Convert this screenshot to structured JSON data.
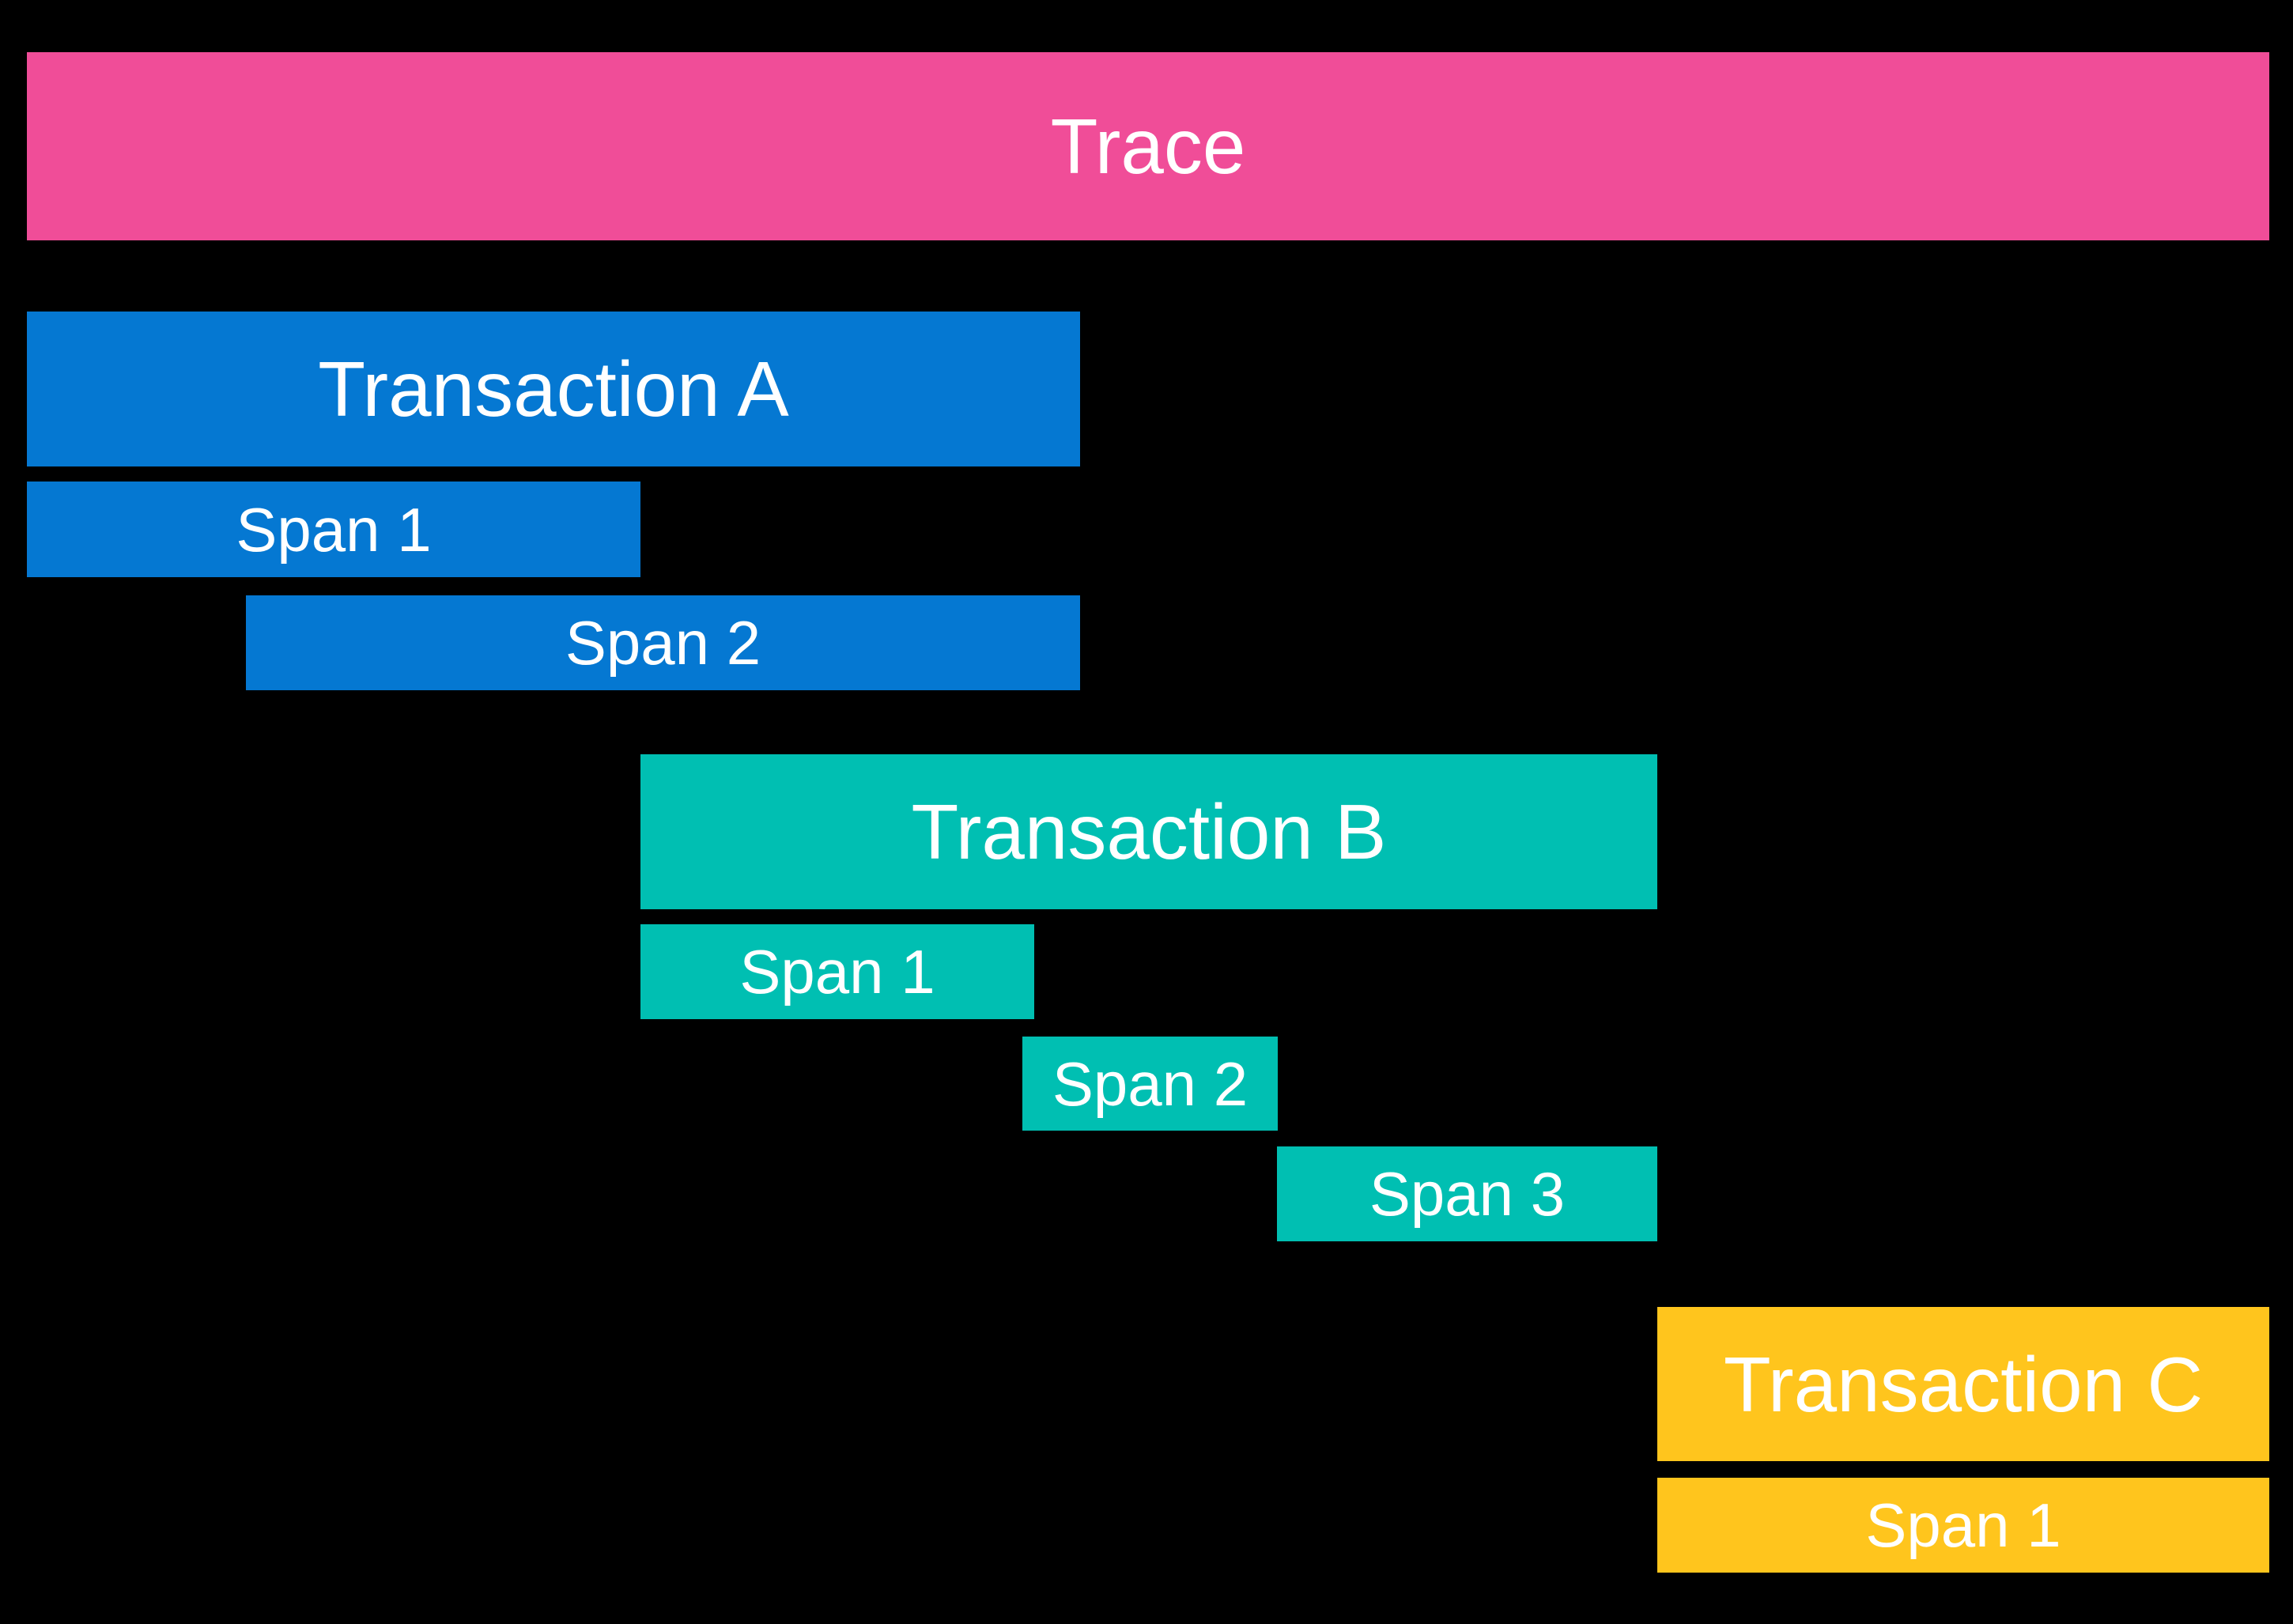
{
  "diagram": {
    "background_color": "#000000",
    "text_color": "#FFFFFF",
    "trace": {
      "label": "Trace",
      "color": "#F04D98"
    },
    "transactions": [
      {
        "label": "Transaction A",
        "color": "#0578D2",
        "spans": [
          {
            "label": "Span 1"
          },
          {
            "label": "Span 2"
          }
        ]
      },
      {
        "label": "Transaction B",
        "color": "#00BFB2",
        "spans": [
          {
            "label": "Span 1"
          },
          {
            "label": "Span 2"
          },
          {
            "label": "Span 3"
          }
        ]
      },
      {
        "label": "Transaction C",
        "color": "#FFC51D",
        "spans": [
          {
            "label": "Span 1"
          }
        ]
      }
    ]
  }
}
